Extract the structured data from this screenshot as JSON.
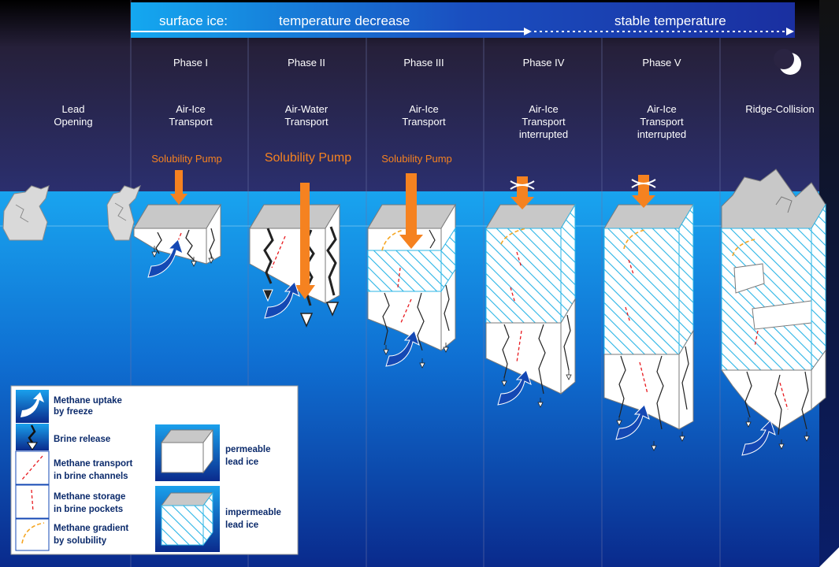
{
  "header": {
    "surface_ice": "surface ice:",
    "temp_decrease": "temperature decrease",
    "stable_temp": "stable temperature"
  },
  "phases": [
    {
      "name": "",
      "transport": [
        "Lead",
        "Opening"
      ],
      "pump": ""
    },
    {
      "name": "Phase I",
      "transport": [
        "Air-Ice",
        "Transport"
      ],
      "pump": "Solubility Pump"
    },
    {
      "name": "Phase II",
      "transport": [
        "Air-Water",
        "Transport"
      ],
      "pump": "Solubility Pump"
    },
    {
      "name": "Phase III",
      "transport": [
        "Air-Ice",
        "Transport"
      ],
      "pump": "Solubility Pump"
    },
    {
      "name": "Phase IV",
      "transport": [
        "Air-Ice",
        "Transport",
        "interrupted"
      ],
      "pump": ""
    },
    {
      "name": "Phase V",
      "transport": [
        "Air-Ice",
        "Transport",
        "interrupted"
      ],
      "pump": ""
    },
    {
      "name": "",
      "transport": [
        "Ridge-Collision"
      ],
      "pump": ""
    }
  ],
  "legend": {
    "items": [
      {
        "icon": "methane-uptake-icon",
        "lines": [
          "Methane uptake",
          "by freeze"
        ]
      },
      {
        "icon": "brine-release-icon",
        "lines": [
          "Brine release"
        ]
      },
      {
        "icon": "brine-channel-icon",
        "lines": [
          "Methane transport",
          "in brine channels"
        ]
      },
      {
        "icon": "brine-pocket-icon",
        "lines": [
          "Methane storage",
          "in brine pockets"
        ]
      },
      {
        "icon": "solubility-gradient-icon",
        "lines": [
          "Methane gradient",
          "by solubility"
        ]
      }
    ],
    "ice_types": [
      {
        "icon": "permeable-ice-icon",
        "lines": [
          "permeable",
          "lead ice"
        ]
      },
      {
        "icon": "impermeable-ice-icon",
        "lines": [
          "impermeable",
          "lead ice"
        ]
      }
    ]
  },
  "colors": {
    "sky_top": "#000000",
    "sky_bottom": "#2a2f6a",
    "water_top": "#1aa0ec",
    "water_bottom": "#0b2a8a",
    "header_bar": "#1a3aa8",
    "pump_arrow": "#f58220",
    "methane_line": "#e8191e",
    "gradient_line": "#f5a623",
    "hatch": "#2bb5e6",
    "ice_top": "#c8c8c8",
    "ice_side": "#ffffff"
  }
}
